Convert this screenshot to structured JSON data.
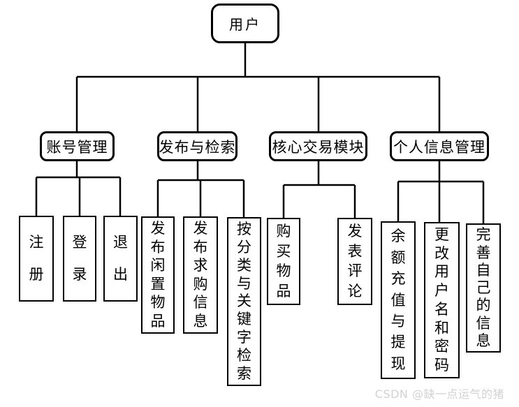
{
  "diagram": {
    "root": {
      "label": "用户"
    },
    "branches": [
      {
        "label": "账号管理",
        "children": [
          "注册",
          "登录",
          "退出"
        ]
      },
      {
        "label": "发布与检索",
        "children": [
          "发布闲置物品",
          "发布求购信息",
          "按分类与关键字检索"
        ]
      },
      {
        "label": "核心交易模块",
        "children": [
          "购买物品",
          "发表评论"
        ]
      },
      {
        "label": "个人信息管理",
        "children": [
          "余额充值与提现",
          "更改用户名和密码",
          "完善自己的信息"
        ]
      }
    ]
  },
  "watermark": {
    "text": "CSDN @缺一点运气的猪"
  },
  "colors": {
    "line": "#000000",
    "text": "#000000",
    "background": "#ffffff",
    "watermark": "#d2d2d2"
  }
}
